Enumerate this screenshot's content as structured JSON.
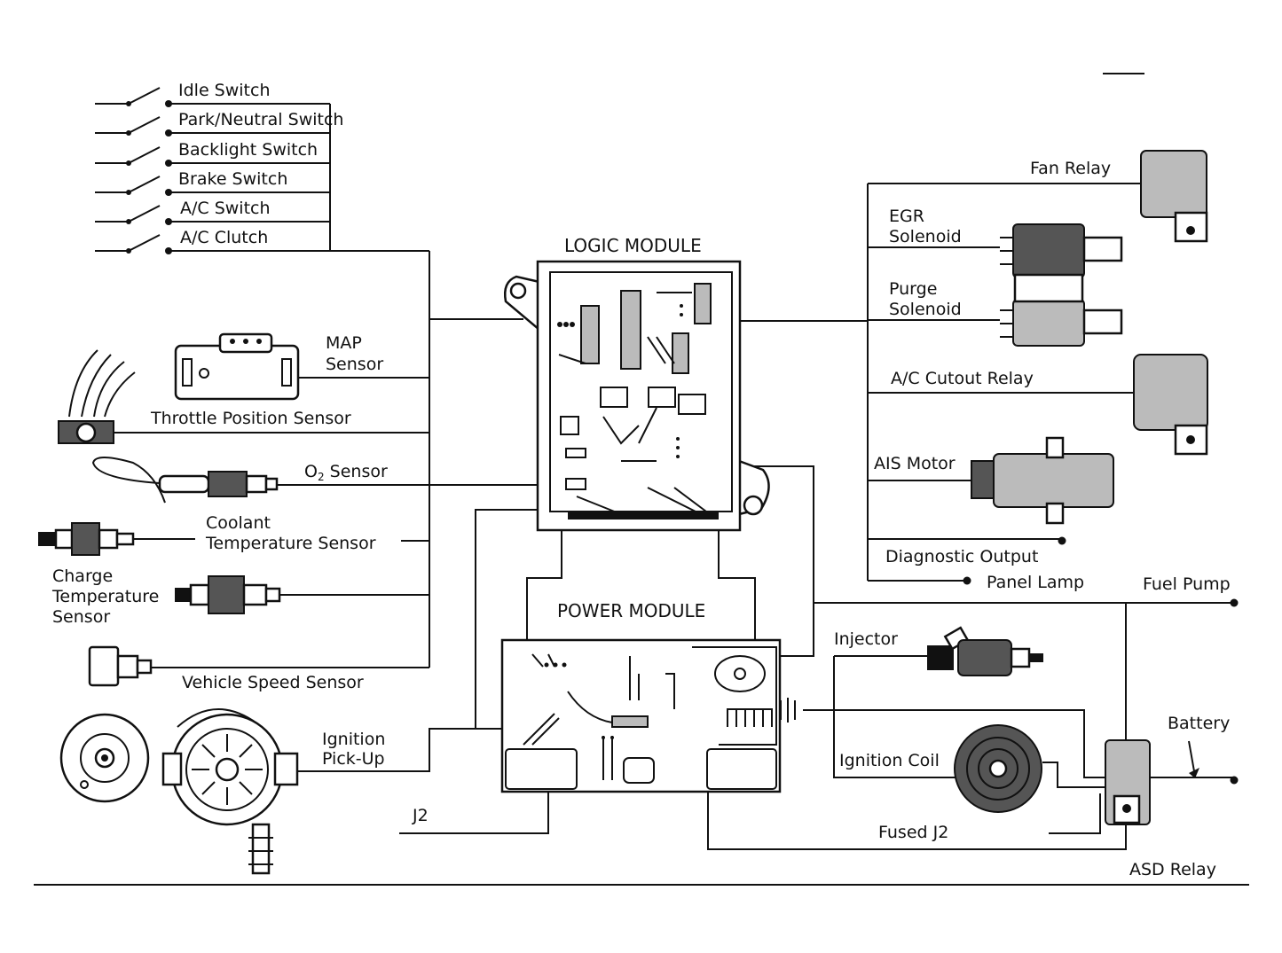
{
  "modules": {
    "logic": "LOGIC MODULE",
    "power": "POWER MODULE"
  },
  "switches": {
    "idle": "Idle Switch",
    "park_neutral": "Park/Neutral Switch",
    "backlight": "Backlight Switch",
    "brake": "Brake Switch",
    "ac_switch": "A/C Switch",
    "ac_clutch": "A/C Clutch"
  },
  "sensors": {
    "map_line1": "MAP",
    "map_line2": "Sensor",
    "throttle_position": "Throttle Position Sensor",
    "o2_prefix": "O",
    "o2_sub": "2",
    "o2_suffix": " Sensor",
    "coolant_line1": "Coolant",
    "coolant_line2": "Temperature Sensor",
    "charge_line1": "Charge",
    "charge_line2": "Temperature",
    "charge_line3": "Sensor",
    "vehicle_speed": "Vehicle Speed Sensor",
    "ignition_pickup_line1": "Ignition",
    "ignition_pickup_line2": "Pick-Up"
  },
  "outputs": {
    "fan_relay": "Fan Relay",
    "egr_line1": "EGR",
    "egr_line2": "Solenoid",
    "purge_line1": "Purge",
    "purge_line2": "Solenoid",
    "ac_cutout_relay": "A/C Cutout Relay",
    "ais_motor": "AIS Motor",
    "diagnostic_output": "Diagnostic Output",
    "panel_lamp": "Panel Lamp",
    "fuel_pump": "Fuel Pump",
    "injector": "Injector",
    "ignition_coil": "Ignition Coil",
    "battery": "Battery",
    "fused_j2": "Fused J2",
    "asd_relay": "ASD Relay",
    "j2": "J2"
  }
}
